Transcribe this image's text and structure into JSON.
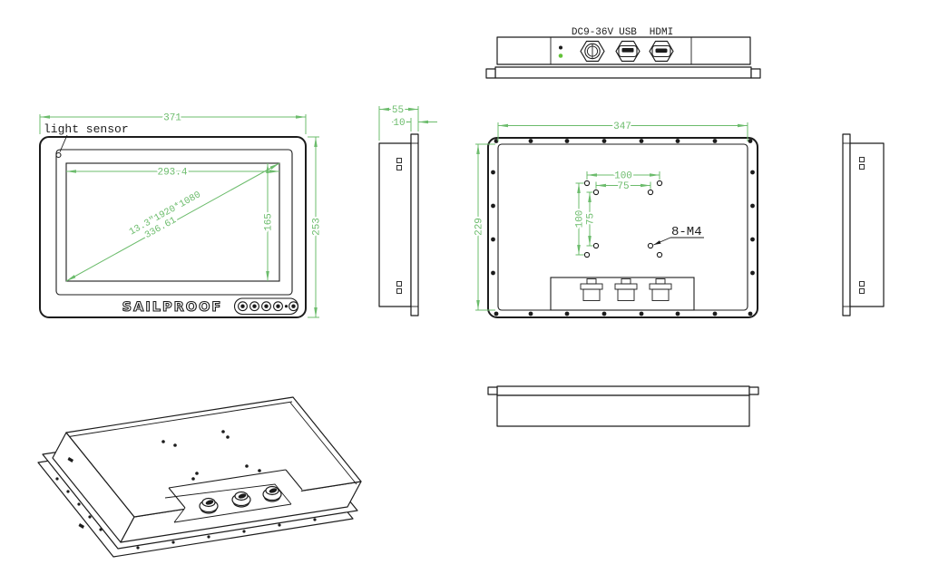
{
  "colors": {
    "dim": "#6cbc6c",
    "ink": "#1c1c1c",
    "led": "#63c238"
  },
  "top_view": {
    "dc_label": "DC9-36V",
    "usb_label": "USB",
    "hdmi_label": "HDMI"
  },
  "front_view": {
    "light_sensor": "light sensor",
    "overall_width": "371",
    "overall_height": "253",
    "screen_width": "293.4",
    "screen_height": "165",
    "diagonal_spec": "13.3\"1920*1080",
    "diagonal_len": "336.61",
    "brand": "SAILPROOF"
  },
  "side_view": {
    "depth": "55",
    "bezel_depth": "10"
  },
  "rear_view": {
    "width": "347",
    "height": "229",
    "vesa_w100": "100",
    "vesa_w75": "75",
    "vesa_h100": "100",
    "vesa_h75": "75",
    "thread_label": "8-M4"
  }
}
